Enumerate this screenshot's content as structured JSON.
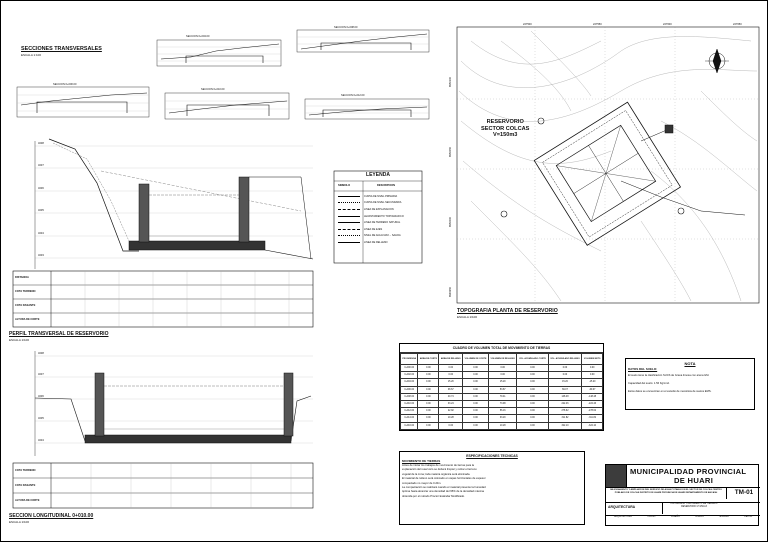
{
  "sections_title": "SECCIONES TRANSVERSALES",
  "sections_scale": "ESCALA 1:100",
  "mini_sections": [
    {
      "label": "SECCION 0+004.00"
    },
    {
      "label": "SECCION 0+008.00"
    },
    {
      "label": "SECCION 0+000.00"
    },
    {
      "label": "SECCION 0+010.00"
    },
    {
      "label": "SECCION 0+012.00"
    }
  ],
  "profile": {
    "title": "PERFIL TRANSVERSAL DE RESERVORIO",
    "scale": "ESCALA 1/100",
    "row_labels": [
      "DISTANCIA",
      "COTA TERRENO",
      "COTA RASANTE",
      "ALTURA DE CORTE"
    ],
    "elev_labels": [
      "3238",
      "3237",
      "3236",
      "3235",
      "3234",
      "3233"
    ]
  },
  "longitudinal": {
    "title": "SECCION LONGITUDINAL 0+010.00",
    "scale": "ESCALA 1/100",
    "row_labels": [
      "COTA TERRENO",
      "COTA RASANTE",
      "ALTURA DE CORTE"
    ],
    "elev_labels": [
      "3238",
      "3237",
      "3236",
      "3235",
      "3234"
    ]
  },
  "legend": {
    "title": "LEYENDA",
    "col_symbol": "SIMBOLO",
    "col_desc": "DESCRIPCION",
    "items": [
      "CURVA DE NIVEL PRIMARIA",
      "CURVA DE NIVEL SECUNDARIA",
      "LINEA DE EXPLANACION",
      "LEVANTAMIENTO TOPOGRAFICO",
      "LINEA DE TERRENO NATURAL",
      "LINEA DE EJES",
      "NIVEL DE AGUA MAX. - SALIDA",
      "LINEA DE RELLENO"
    ]
  },
  "plan": {
    "reservoir_label": [
      "RESERVORIO",
      "SECTOR COLCAS",
      "V=150m3"
    ],
    "title": "TOPOGRAFIA PLANTA DE RESERVORIO",
    "scale": "ESCALA 1/100",
    "grid_top": [
      "227500",
      "227550",
      "227600",
      "227650"
    ],
    "grid_left": [
      "8950100",
      "8950050",
      "8950000",
      "8949950"
    ]
  },
  "earthwork": {
    "title": "CUADRO DE VOLUMEN TOTAL DE MOVIMIENTO DE TIERRAS",
    "headers": [
      "PROGRESIVA",
      "AREA DE CORTE",
      "AREA DE RELLENO",
      "VOLUMEN DE CORTE",
      "VOLUMEN DE RELLENO",
      "VOL. ACUMULADO CORTE",
      "VOL. ACUMULADO RELLENO",
      "VOLUMEN NETO"
    ],
    "rows": [
      [
        "0+000.00",
        "0.00",
        "0.00",
        "0.00",
        "0.00",
        "0.00",
        "0.00",
        "0.00"
      ],
      [
        "0+002.00",
        "0.00",
        "0.00",
        "0.00",
        "0.00",
        "0.00",
        "0.00",
        "0.00"
      ],
      [
        "0+004.00",
        "0.00",
        "15.20",
        "0.00",
        "15.20",
        "0.00",
        "15.20",
        "-15.20"
      ],
      [
        "0+006.00",
        "0.00",
        "38.67",
        "0.00",
        "53.87",
        "0.00",
        "69.07",
        "-69.07"
      ],
      [
        "0+008.00",
        "0.00",
        "40.74",
        "0.00",
        "79.41",
        "0.00",
        "148.48",
        "-148.48"
      ],
      [
        "0+010.00",
        "0.00",
        "33.24",
        "0.00",
        "73.98",
        "0.00",
        "222.46",
        "-222.46"
      ],
      [
        "0+012.00",
        "0.00",
        "22.92",
        "0.00",
        "56.16",
        "0.00",
        "278.62",
        "-278.62"
      ],
      [
        "0+014.00",
        "0.00",
        "10.28",
        "0.00",
        "33.20",
        "0.00",
        "311.82",
        "-311.82"
      ],
      [
        "0+016.00",
        "0.00",
        "0.00",
        "0.00",
        "10.28",
        "0.00",
        "322.10",
        "-322.10"
      ]
    ]
  },
  "note": {
    "title": "NOTA",
    "subtitle": "DATOS DEL SUELO:",
    "lines": [
      "El suelo tiene la clasificación SUCS de Grava limosa con arena GM.",
      "Capacidad del suelo: 1.56 Kg/cm2.",
      "Estos datos se encuentran en el estudio de mecánica de suelos EMS."
    ]
  },
  "specs": {
    "title": "ESPECIFICACIONES TECNICAS",
    "subtitle": "MOVIMIENTO DE TIERRAS",
    "lines": [
      "Antes de iniciar los trabajos de movimiento de tierras para la",
      "explanación del reservorio se deberá limpiar y retirar el terreno",
      "vegetal de la zona; toda materia orgánica será eliminada.",
      "El material de relleno será colocado en capas horizontales de espesor",
      "compactado no mayor de 0.20m.",
      "La compactación se realizará cuando el material presente la humedad",
      "óptima hasta alcanzar una densidad del 95% de la densidad máxima",
      "obtenida por el método Proctor Estándar Modificado."
    ]
  },
  "title_block": {
    "entity": "MUNICIPALIDAD PROVINCIAL",
    "entity2": "DE HUARI",
    "project": "MEJORAMIENTO Y AMPLIACION DEL SERVICIO DE AGUA POTABLE EN EL SECTOR DE COLCAS CENTRO POBLADO DE COLCAS DISTRITO DE HUARI PROVINCIA DE HUARI DEPARTAMENTO DE ANCASH",
    "specialty": "ARQUITECTURA",
    "sheet_desc": "TOPOGRAFIA Y MOVIMIENTO DE TIERRAS - RESERVORIO V=150m3",
    "sheet_code": "TM-01",
    "fields": [
      "ARQUITECTURA",
      "PLANO",
      "DISEÑO",
      "DIBUJO",
      "ESCALA",
      "FECHA"
    ]
  },
  "colors": {
    "line": "#111111",
    "hatch": "#444444",
    "grid": "#999999",
    "contour": "#777777"
  }
}
